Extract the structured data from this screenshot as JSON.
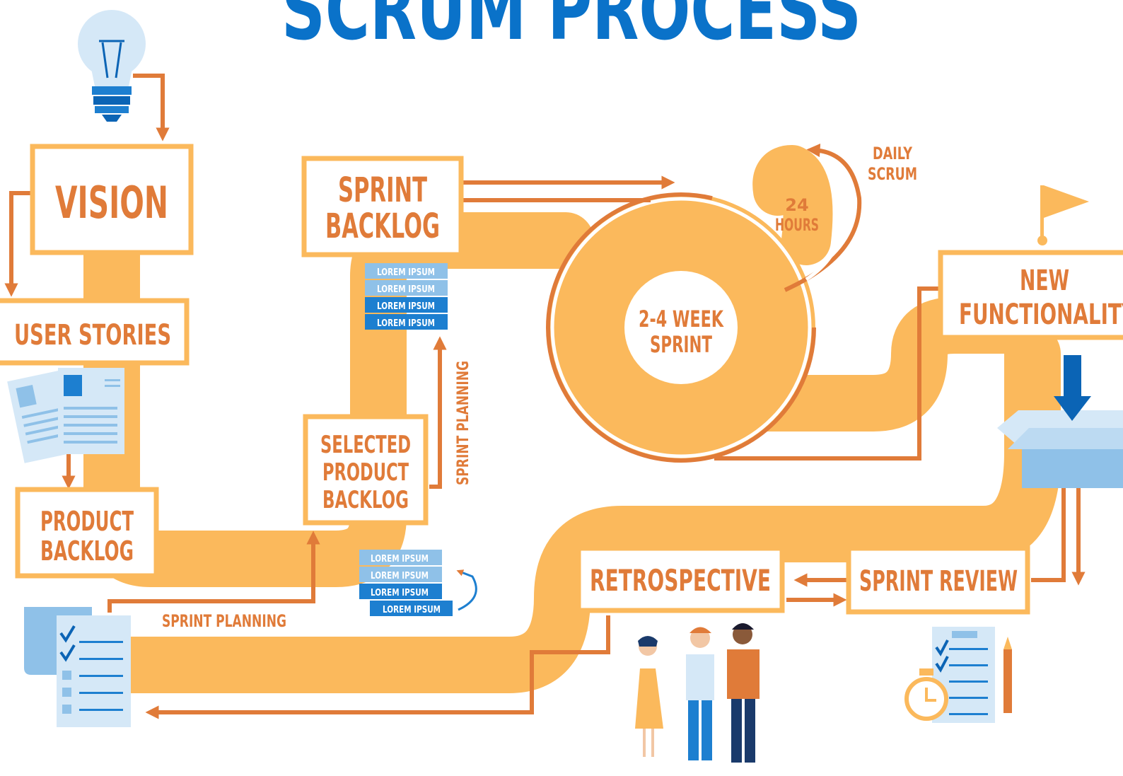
{
  "title": "SCRUM PROCESS",
  "stages": {
    "vision": "VISION",
    "user_stories": "USER STORIES",
    "product_backlog": [
      "PRODUCT",
      "BACKLOG"
    ],
    "sprint_backlog": [
      "SPRINT",
      "BACKLOG"
    ],
    "selected_product_backlog": [
      "SELECTED",
      "PRODUCT",
      "BACKLOG"
    ],
    "sprint": [
      "2-4 WEEK",
      "SPRINT"
    ],
    "hours": [
      "24",
      "HOURS"
    ],
    "daily_scrum": [
      "DAILY",
      "SCRUM"
    ],
    "new_functionality": [
      "NEW",
      "FUNCTIONALITY"
    ],
    "retrospective": "RETROSPECTIVE",
    "sprint_review": "SPRINT REVIEW"
  },
  "labels": {
    "sprint_planning_vertical": "SPRINT PLANNING",
    "sprint_planning_horizontal": "SPRINT PLANNING"
  },
  "lorem_stack_top": [
    "LOREM IPSUM",
    "LOREM IPSUM",
    "LOREM IPSUM",
    "LOREM IPSUM"
  ],
  "lorem_stack_bottom": [
    "LOREM IPSUM",
    "LOREM IPSUM",
    "LOREM IPSUM",
    "LOREM IPSUM"
  ],
  "colors": {
    "path": "#fbb95c",
    "arrow": "#e07b39",
    "label": "#e07b39",
    "title": "#0a72c9",
    "light_blue": "#8fc1e8",
    "mid_blue": "#1d7fd0",
    "dark_blue": "#0b64b5"
  },
  "icons": [
    "lightbulb-icon",
    "documents-icon",
    "checklist-icon",
    "people-icon",
    "flag-icon",
    "box-icon",
    "stopwatch-icon",
    "pencil-icon"
  ]
}
